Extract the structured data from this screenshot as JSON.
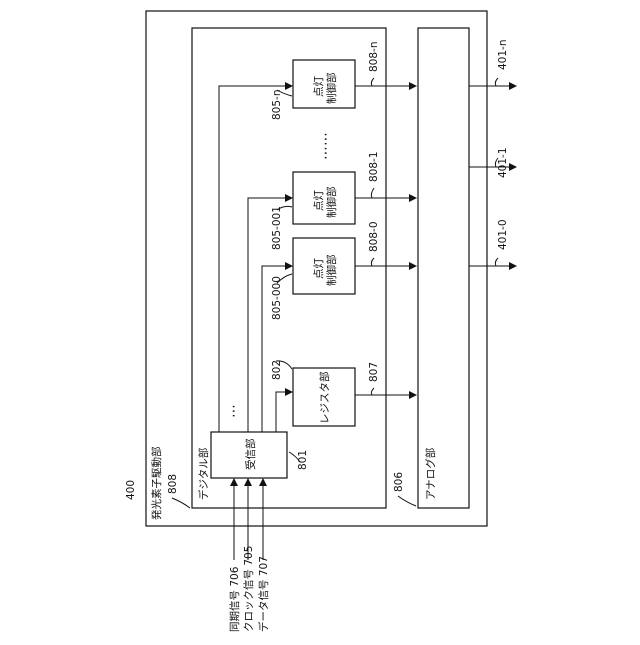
{
  "labels": {
    "ref_400": "400",
    "driver_title": "発光素子駆動部",
    "ref_808": "808",
    "digital_title": "デジタル部",
    "ref_806": "806",
    "analog_title": "アナログ部",
    "receiver_label": "受信部",
    "ref_801": "801",
    "register_label": "レジスタ部",
    "ref_802": "802",
    "ref_807": "807",
    "lighting_label_top": "点灯",
    "lighting_label_bottom": "制御部",
    "ref_805_n": "805-n",
    "ref_805_001": "805-001",
    "ref_805_000": "805-000",
    "ref_808_n": "808-n",
    "ref_808_1": "808-1",
    "ref_808_0": "808-0",
    "ref_401_n": "401-n",
    "ref_401_1": "401-1",
    "ref_401_0": "401-0",
    "dots_vertical": "⋯⋯",
    "dots_small": "⋯",
    "signal_sync": "同期信号 706",
    "signal_clock": "クロック信号 705",
    "signal_data": "データ信号 707"
  }
}
